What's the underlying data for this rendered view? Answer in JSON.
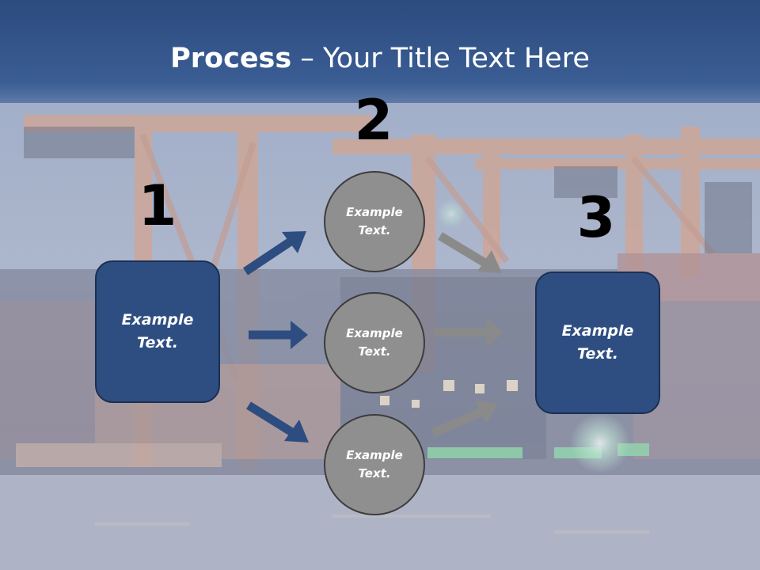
{
  "slide": {
    "title_bold": "Process",
    "title_rest": " – Your Title Text Here",
    "colors": {
      "title_bar": "#2c4b7e",
      "box_fill": "#2e4e82",
      "circle_fill": "#8f8f8f",
      "arrow_blue": "#2d4d80",
      "arrow_gray": "#8a8a8a"
    }
  },
  "steps": {
    "one": {
      "number": "1",
      "label": "Example\nText."
    },
    "two": {
      "number": "2"
    },
    "three": {
      "number": "3",
      "label": "Example\nText."
    }
  },
  "circles": [
    {
      "label": "Example\nText."
    },
    {
      "label": "Example\nText."
    },
    {
      "label": "Example\nText."
    }
  ],
  "background": {
    "description_icon": "harbor-cranes-night-photo"
  }
}
